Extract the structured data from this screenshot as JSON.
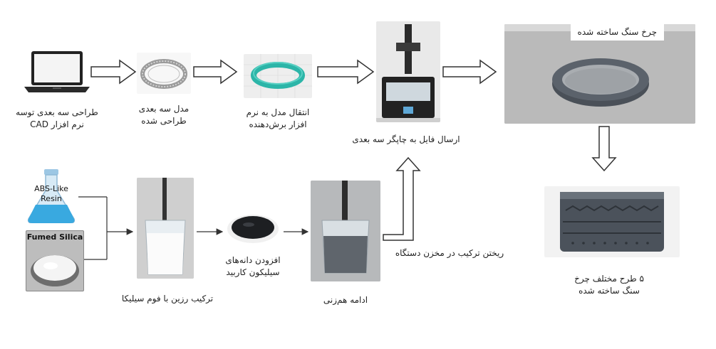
{
  "top_row": {
    "laptop_label_1": "طراحی سه بعدی توسه",
    "laptop_label_2": "نرم افزار CAD",
    "model_label_1": "مدل سه بعدی",
    "model_label_2": "طراحی شده",
    "slicer_label_1": "انتقال مدل به نرم",
    "slicer_label_2": "افزار برش‌دهنده",
    "printer_label": "ارسال فایل به چاپگر سه بعدی",
    "wheel_label": "چرخ سنگ ساخته شده"
  },
  "right_column": {
    "designs_label_1": "۵ طرح مختلف چرخ",
    "designs_label_2": "سنگ ساخته شده"
  },
  "bottom_row": {
    "resin_flask_text_1": "ABS-Like",
    "resin_flask_text_2": "Resin",
    "silica_title": "Fumed Silica",
    "mix_label": "ترکیب رزین با فوم سیلیکا",
    "sic_label_1": "افزودن دانه‌های",
    "sic_label_2": "سیلیکون کاربید",
    "stir_label": "ادامه هم‌زنی",
    "pour_label": "ریختن ترکیب در مخزن دستگاه"
  },
  "colors": {
    "line": "#333333",
    "flask_liquid": "#39a9e0",
    "flask_glass": "#d7eaf6",
    "ring_green": "#2cb5a8",
    "grinding_grey": "#4a5058",
    "wheel_bg": "#b8b8b8"
  }
}
